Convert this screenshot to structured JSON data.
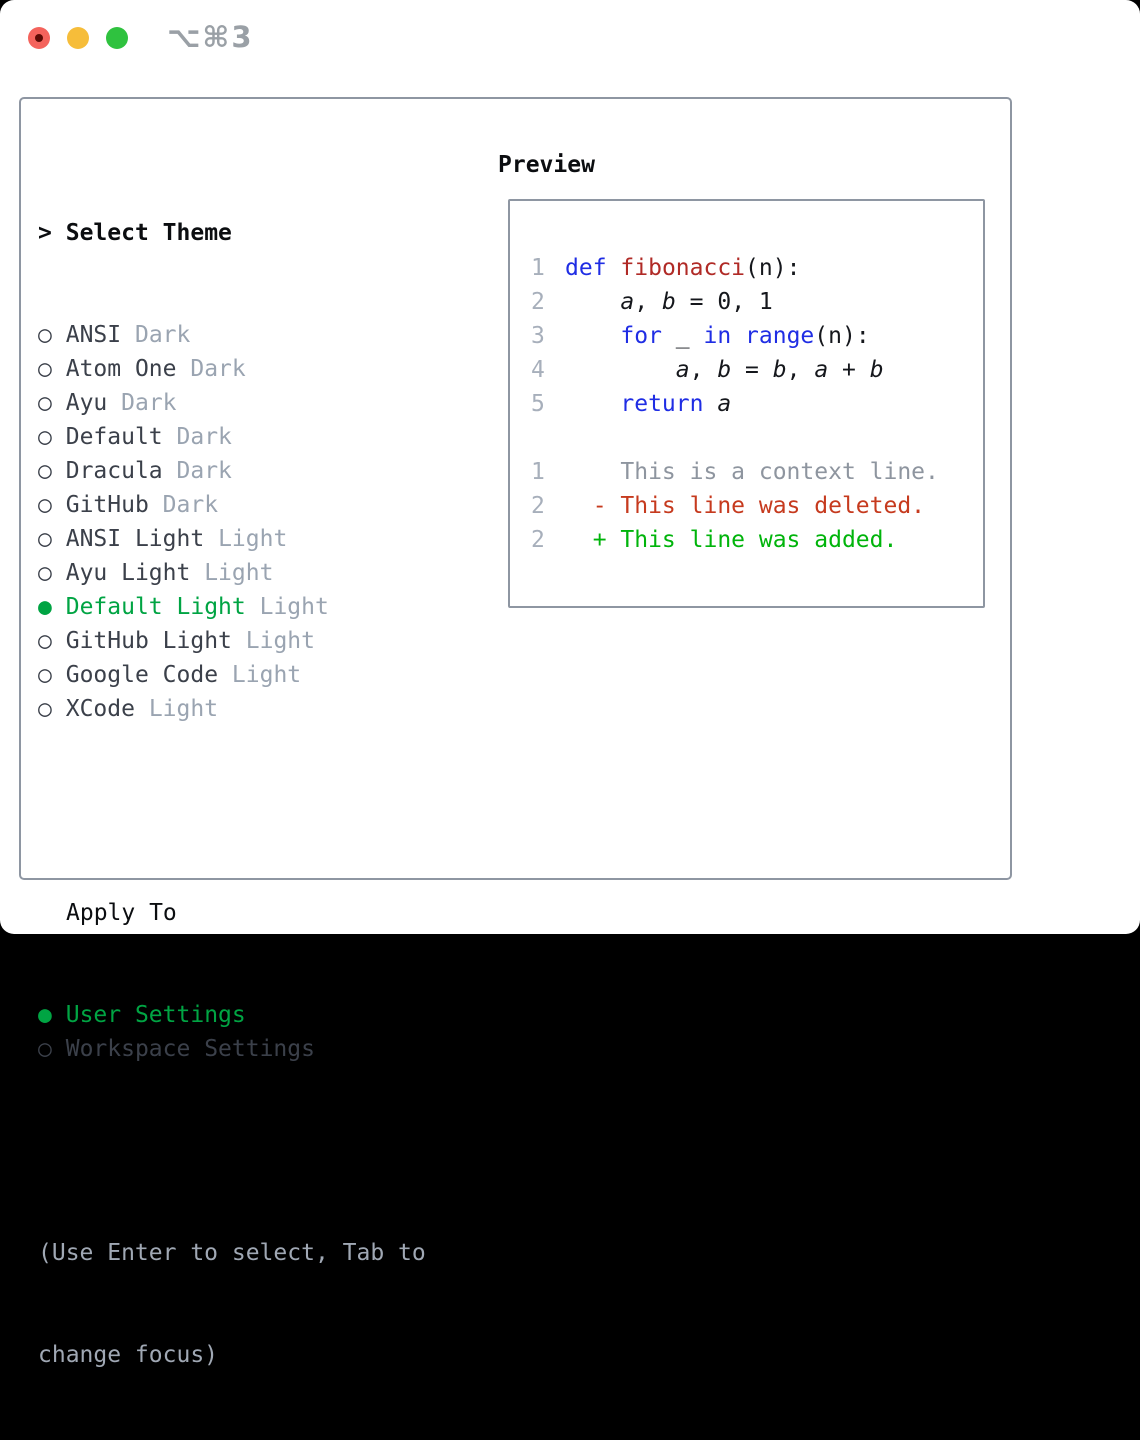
{
  "titlebar": {
    "shortcut": "⌥⌘3"
  },
  "colors": {
    "page_bg": "#000000",
    "window_bg": "#ffffff",
    "box_border": "#8e96a2",
    "header_text": "#0b0d10",
    "item_text": "#3b404a",
    "muted_text": "#9aa4b1",
    "help_text": "#a0a8b4",
    "selected_green": "#00a443",
    "added_green": "#00b40b",
    "deleted_red": "#c63a1e",
    "keyword_blue": "#1f2de4",
    "function_red": "#b02a26",
    "line_number": "#a7afbb",
    "code_text": "#15171c",
    "context_gray": "#8e959f",
    "shortcut_text": "#9aa0a6",
    "traffic_red": "#f4635c",
    "traffic_red_dot": "#5c0b05",
    "traffic_yellow": "#f6bd3a",
    "traffic_green": "#2fc23f"
  },
  "panel": {
    "select_theme": {
      "prompt": ">",
      "title": "Select Theme"
    },
    "themes": [
      {
        "name": "ANSI",
        "variant": "Dark",
        "selected": false
      },
      {
        "name": "Atom One",
        "variant": "Dark",
        "selected": false
      },
      {
        "name": "Ayu",
        "variant": "Dark",
        "selected": false
      },
      {
        "name": "Default",
        "variant": "Dark",
        "selected": false
      },
      {
        "name": "Dracula",
        "variant": "Dark",
        "selected": false
      },
      {
        "name": "GitHub",
        "variant": "Dark",
        "selected": false
      },
      {
        "name": "ANSI Light",
        "variant": "Light",
        "selected": false
      },
      {
        "name": "Ayu Light",
        "variant": "Light",
        "selected": false
      },
      {
        "name": "Default Light",
        "variant": "Light",
        "selected": true
      },
      {
        "name": "GitHub Light",
        "variant": "Light",
        "selected": false
      },
      {
        "name": "Google Code",
        "variant": "Light",
        "selected": false
      },
      {
        "name": "XCode",
        "variant": "Light",
        "selected": false
      }
    ],
    "radio_unselected_glyph": "○",
    "radio_selected_glyph": "●",
    "apply_to": {
      "title": "Apply To",
      "options": [
        {
          "label": "User Settings",
          "selected": true
        },
        {
          "label": "Workspace Settings",
          "selected": false
        }
      ]
    },
    "help": [
      "(Use Enter to select, Tab to",
      "change focus)"
    ]
  },
  "preview": {
    "title": "Preview",
    "lines": [
      {
        "num": "1",
        "tokens": [
          {
            "t": "def",
            "c": "k"
          },
          {
            "t": " "
          },
          {
            "t": "fibonacci",
            "c": "f"
          },
          {
            "t": "(n):"
          }
        ]
      },
      {
        "num": "2",
        "tokens": [
          {
            "t": "    "
          },
          {
            "t": "a",
            "c": "v"
          },
          {
            "t": ", "
          },
          {
            "t": "b",
            "c": "v"
          },
          {
            "t": " = 0, 1"
          }
        ]
      },
      {
        "num": "3",
        "tokens": [
          {
            "t": "    "
          },
          {
            "t": "for",
            "c": "k"
          },
          {
            "t": " _ "
          },
          {
            "t": "in",
            "c": "k"
          },
          {
            "t": " "
          },
          {
            "t": "range",
            "c": "k"
          },
          {
            "t": "(n):"
          }
        ]
      },
      {
        "num": "4",
        "tokens": [
          {
            "t": "        "
          },
          {
            "t": "a",
            "c": "v"
          },
          {
            "t": ", "
          },
          {
            "t": "b",
            "c": "v"
          },
          {
            "t": " = "
          },
          {
            "t": "b",
            "c": "v"
          },
          {
            "t": ", "
          },
          {
            "t": "a",
            "c": "v"
          },
          {
            "t": " + "
          },
          {
            "t": "b",
            "c": "v"
          }
        ]
      },
      {
        "num": "5",
        "tokens": [
          {
            "t": "    "
          },
          {
            "t": "return",
            "c": "k"
          },
          {
            "t": " "
          },
          {
            "t": "a",
            "c": "v"
          }
        ]
      },
      {
        "num": "",
        "tokens": []
      },
      {
        "num": "1",
        "tokens": [
          {
            "t": "    This is a context line.",
            "c": "ctx"
          }
        ]
      },
      {
        "num": "2",
        "tokens": [
          {
            "t": "  - This line was deleted.",
            "c": "del"
          }
        ]
      },
      {
        "num": "2",
        "tokens": [
          {
            "t": "  + This line was added.",
            "c": "add"
          }
        ]
      }
    ]
  }
}
